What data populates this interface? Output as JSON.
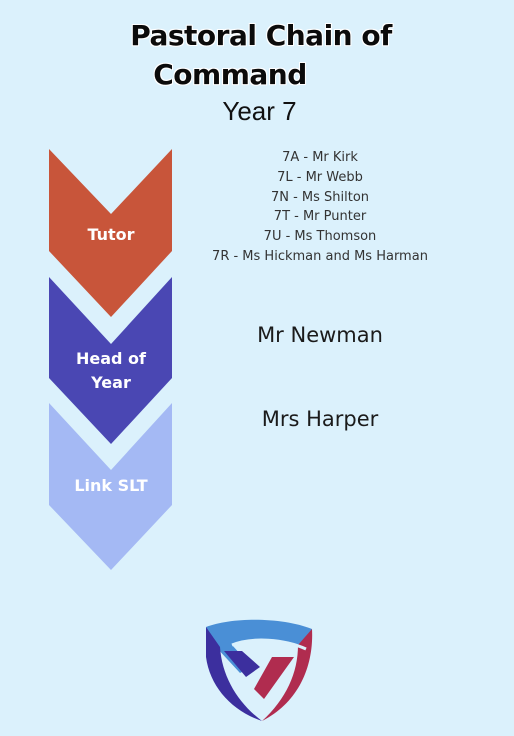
{
  "header": {
    "title_line1": "Pastoral Chain of",
    "title_line2": "Command",
    "subtitle": "Year 7"
  },
  "chain": {
    "levels": [
      {
        "label": "Tutor",
        "color": "#c8553a"
      },
      {
        "label_line1": "Head of",
        "label_line2": "Year",
        "color": "#4a47b3"
      },
      {
        "label": "Link SLT",
        "color": "#a4b9f4"
      }
    ]
  },
  "tutors": [
    "7A - Mr Kirk",
    "7L - Mr Webb",
    "7N - Ms Shilton",
    "7T - Mr Punter",
    "7U - Ms Thomson",
    "7R - Ms Hickman and Ms Harman"
  ],
  "head_of_year": "Mr Newman",
  "link_slt": "Mrs Harper",
  "logo": {
    "icon": "school-shield-icon",
    "colors": [
      "#4a8fd6",
      "#3c2f9e",
      "#b02c4f"
    ]
  }
}
